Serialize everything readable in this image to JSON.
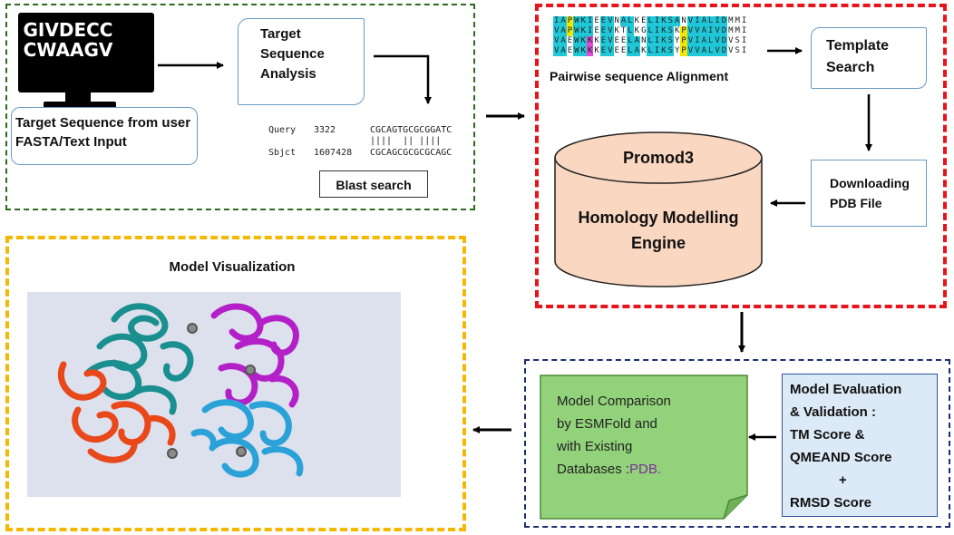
{
  "monitor": {
    "line1": "GIVDECC",
    "line2": "CWAAGV"
  },
  "input_box": {
    "line1": "Target Sequence from user",
    "line2": "FASTA/Text Input"
  },
  "target_analysis": {
    "line1": "Target",
    "line2": "Sequence",
    "line3": "Analysis"
  },
  "blast": {
    "query_label": "Query",
    "query_pos": "3322",
    "query_seq": "CGCAGTGCGCGGATC",
    "match_line": "||||  || ||||",
    "sbjct_label": "Sbjct",
    "sbjct_pos": "1607428",
    "sbjct_seq": "CGCAGCGCGCGCAGC",
    "button_label": "Blast search"
  },
  "alignment": {
    "title": "Pairwise sequence Alignment",
    "rows": [
      "IAPWKIEEVNALKELIKSANVIALIDMMI",
      "VAPWKIEEVKTLKGLIKSKPVVAIVDMMI",
      "VAEWKKKEVEELANLIKSYPVIALVDVSI",
      "VAEWKKKEVEELAKLIKSYPVVALVDVSI"
    ],
    "highlight_colors": {
      "cyan": "#1fc8d8",
      "yellow": "#f2e600",
      "magenta": "#e24bd8",
      "green": "#7ed957"
    }
  },
  "template_search": {
    "line1": "Template",
    "line2": "Search"
  },
  "promod": {
    "title": "Promod3",
    "line1": "Homology Modelling",
    "line2": "Engine"
  },
  "download": {
    "line1": "Downloading",
    "line2": "PDB File"
  },
  "visualization": {
    "title": "Model Visualization"
  },
  "comparison": {
    "line1": "Model Comparison",
    "line2": "by ESMFold and",
    "line3": "with Existing",
    "line4_prefix": "Databases :",
    "line4_accent": "PDB."
  },
  "evaluation": {
    "line1": "Model Evaluation",
    "line2": "& Validation :",
    "line3": "TM Score &",
    "line4": "QMEAND Score",
    "line5": "+",
    "line6": "RMSD Score"
  },
  "colors": {
    "green_frame": "#2e6b1e",
    "red_frame": "#e8141b",
    "yellow_frame": "#f5b800",
    "navy_frame": "#1f2e6e",
    "cylinder_fill": "#fad7c0",
    "note_fill": "#92d27a",
    "eval_fill": "#dceaf7",
    "protein_teal": "#1a8f8f",
    "protein_magenta": "#b320c8",
    "protein_orange": "#e8481a",
    "protein_blue": "#2aa2d8"
  }
}
